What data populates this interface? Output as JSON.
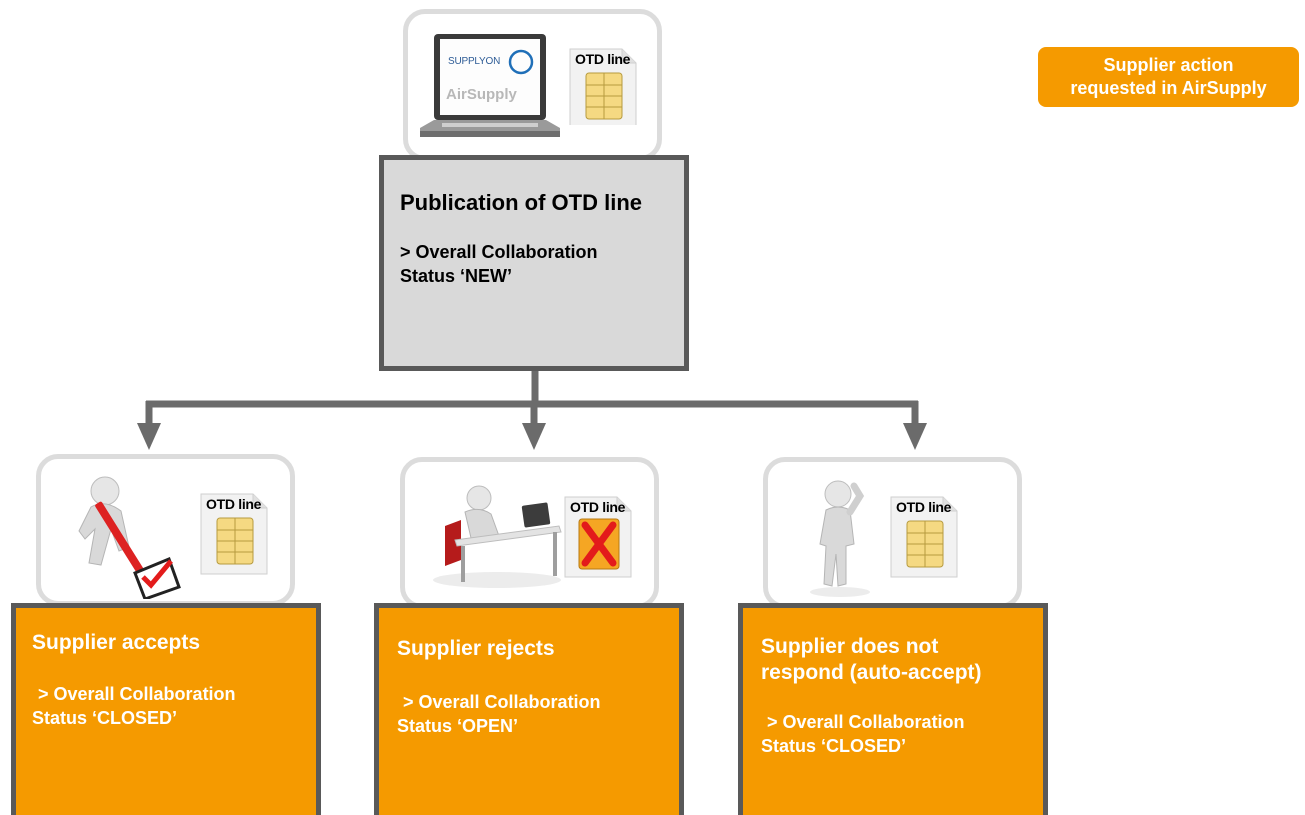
{
  "legend": {
    "line1": "Supplier action",
    "line2": "requested in AirSupply",
    "color": "#f59a00"
  },
  "top": {
    "laptop_logo": "SUPPLYON",
    "laptop_app": "AirSupply",
    "doc_label": "OTD line",
    "title": "Publication of OTD line",
    "status_line1": "> Overall Collaboration",
    "status_line2": "Status ‘NEW’",
    "icon": "laptop-icon"
  },
  "branches": [
    {
      "doc_label": "OTD line",
      "title_line1": "Supplier accepts",
      "title_line2": "",
      "status_line1": "> Overall Collaboration",
      "status_line2": "Status ‘CLOSED’",
      "icon": "figure-checkmark-icon"
    },
    {
      "doc_label": "OTD line",
      "title_line1": "Supplier rejects",
      "title_line2": "",
      "status_line1": "> Overall Collaboration",
      "status_line2": "Status ‘OPEN’",
      "icon": "figure-desk-icon"
    },
    {
      "doc_label": "OTD line",
      "title_line1": "Supplier does not",
      "title_line2": "respond (auto-accept)",
      "status_line1": "> Overall Collaboration",
      "status_line2": "Status ‘CLOSED’",
      "icon": "figure-thinking-icon"
    }
  ],
  "colors": {
    "orange": "#f59a00",
    "grey_box": "#d9d9d9",
    "connector": "#6b6b6b"
  }
}
